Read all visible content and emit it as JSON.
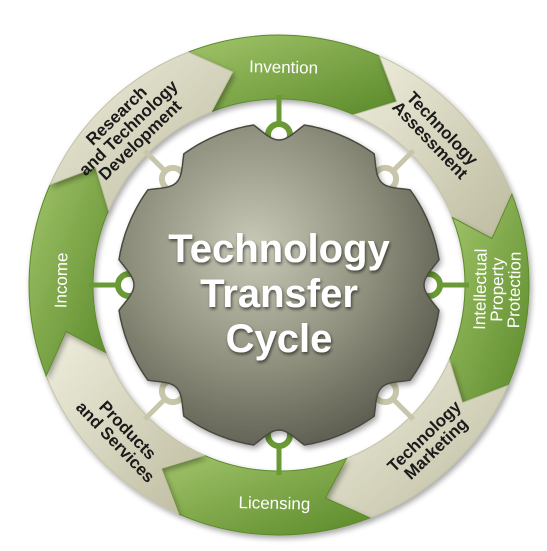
{
  "center": {
    "line1": "Technology",
    "line2": "Transfer",
    "line3": "Cycle"
  },
  "stages": [
    {
      "id": "invention",
      "lines": [
        "Invention"
      ],
      "variant": "green"
    },
    {
      "id": "technology-assessment",
      "lines": [
        "Technology",
        "Assessment"
      ],
      "variant": "tan"
    },
    {
      "id": "intellectual-property-protection",
      "lines": [
        "Intellectual",
        "Property",
        "Protection"
      ],
      "variant": "green"
    },
    {
      "id": "technology-marketing",
      "lines": [
        "Technology",
        "Marketing"
      ],
      "variant": "tan"
    },
    {
      "id": "licensing",
      "lines": [
        "Licensing"
      ],
      "variant": "green"
    },
    {
      "id": "products-and-services",
      "lines": [
        "Products",
        "and Services"
      ],
      "variant": "tan"
    },
    {
      "id": "income",
      "lines": [
        "Income"
      ],
      "variant": "green"
    },
    {
      "id": "research-and-technology-development",
      "lines": [
        "Research",
        "and Technology",
        "Development"
      ],
      "variant": "tan"
    }
  ],
  "colors": {
    "green_light": "#8fb35a",
    "green_dark": "#5d8a2c",
    "tan_light": "#e6e4cf",
    "tan_dark": "#c4c2a6",
    "gear_light": "#b8b8a4",
    "gear_dark": "#5a5a4c",
    "connector_green": "#6a9a35",
    "connector_tan": "#c8c6aa",
    "text_dark": "#1a1a1a",
    "text_light": "#ffffff"
  }
}
